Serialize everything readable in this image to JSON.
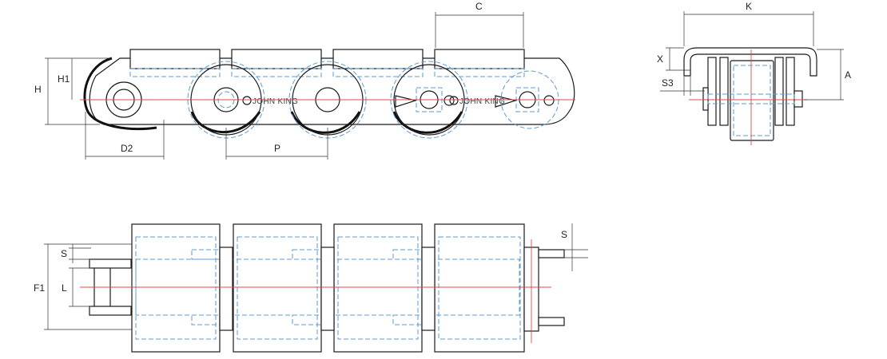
{
  "labels": {
    "C": "C",
    "K": "K",
    "H": "H",
    "H1": "H1",
    "D2": "D2",
    "P": "P",
    "X": "X",
    "A": "A",
    "S3": "S3",
    "S_top_right": "S",
    "S_left": "S",
    "F1": "F1",
    "L": "L"
  },
  "brand": {
    "text1": "JOHN KING",
    "text2": "JOHN KING"
  },
  "colors": {
    "outline": "#1a1a1a",
    "hidden_lines": "#5b9bd5",
    "center_lines": "#e04a4a"
  }
}
